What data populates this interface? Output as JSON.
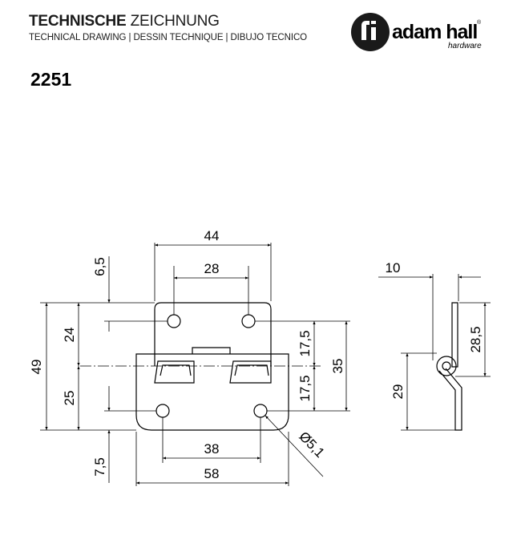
{
  "header": {
    "title_bold": "TECHNISCHE",
    "title_rest": "ZEICHNUNG",
    "subtitle": "TECHNICAL DRAWING | DESSIN TECHNIQUE | DIBUJO TECNICO"
  },
  "part_number": "2251",
  "logo": {
    "brand": "adam hall",
    "tagline": "hardware",
    "registered": "®"
  },
  "dimensions": {
    "top_width": "44",
    "top_hole_spacing": "28",
    "top_offset": "6,5",
    "upper_height": "24",
    "total_height": "49",
    "lower_height": "25",
    "bottom_offset": "7,5",
    "bottom_hole_spacing": "38",
    "bottom_width": "58",
    "right_upper": "17,5",
    "right_lower": "17,5",
    "right_total": "35",
    "hole_diameter": "Ø5,1",
    "side_thickness": "10",
    "side_upper": "28,5",
    "side_lower": "29"
  }
}
